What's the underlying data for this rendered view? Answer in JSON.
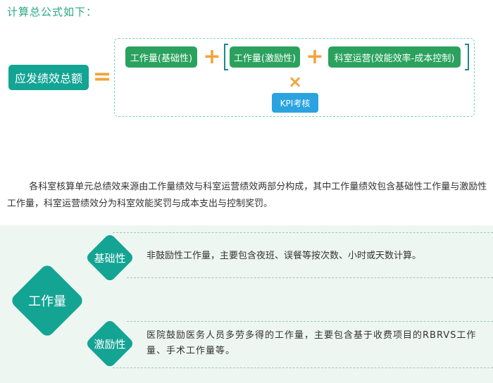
{
  "heading": "计算总公式如下：",
  "formula": {
    "total": "应发绩效总额",
    "equals": "=",
    "base": "工作量(基础性)",
    "plus1": "+",
    "incentive": "工作量(激励性)",
    "plus2": "+",
    "operation": "科室运营(效能效率-成本控制)",
    "times": "×",
    "kpi": "KPI考核"
  },
  "paragraph": "各科室核算单元总绩效来源由工作量绩效与科室运营绩效两部分构成，其中工作量绩效包含基础性工作量与激励性工作量，科室运营绩效分为科室效能奖罚与成本支出与控制奖罚。",
  "workload": {
    "main_label": "工作量",
    "basic_label": "基础性",
    "basic_desc": "非鼓励性工作量，主要包含夜班、误餐等按次数、小时或天数计算。",
    "incentive_label": "激励性",
    "incentive_desc": "医院鼓励医务人员多劳多得的工作量，主要包含基于收费项目的RBRVS工作量、手术工作量等。"
  },
  "colors": {
    "accent_green": "#2aa25e",
    "teal": "#14a494",
    "orange": "#f2a33a",
    "kpi_blue": "#2aa3e0"
  }
}
